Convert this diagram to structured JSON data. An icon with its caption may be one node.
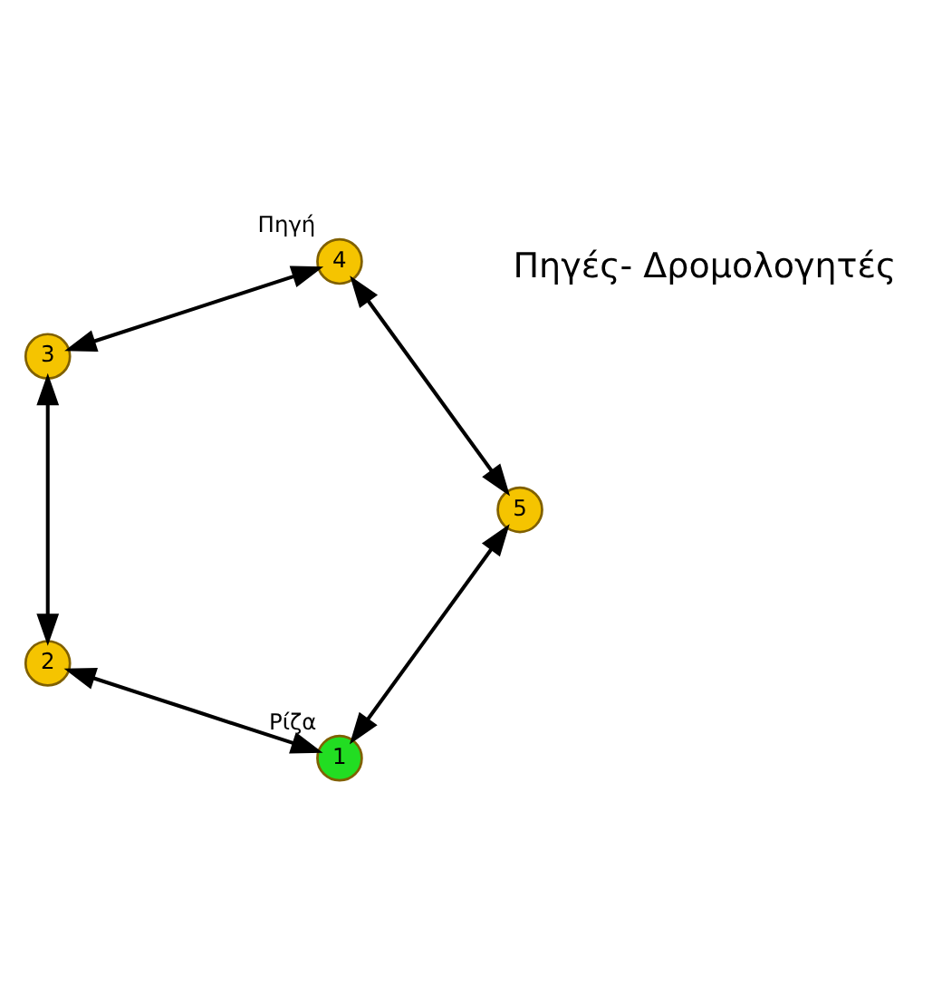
{
  "diagram": {
    "nodes": [
      {
        "text": [
          "1"
        ],
        "beside": [
          "Ρίζα"
        ]
      },
      {
        "text": [
          "2"
        ]
      },
      {
        "text": [
          "3"
        ]
      },
      {
        "text": [
          "4"
        ],
        "beside": [
          "Πηγή"
        ]
      },
      {
        "text": [
          "5"
        ]
      }
    ],
    "edges": [
      {
        "from": 0,
        "to": 1,
        "arrow": "both"
      },
      {
        "from": 1,
        "to": 2,
        "arrow": "both"
      },
      {
        "from": 2,
        "to": 3,
        "arrow": "both"
      },
      {
        "from": 3,
        "to": 4,
        "arrow": "both"
      },
      {
        "from": 4,
        "to": 0,
        "arrow": "both"
      }
    ],
    "labels": [
      "Πηγές- Δρομολογητές"
    ]
  }
}
